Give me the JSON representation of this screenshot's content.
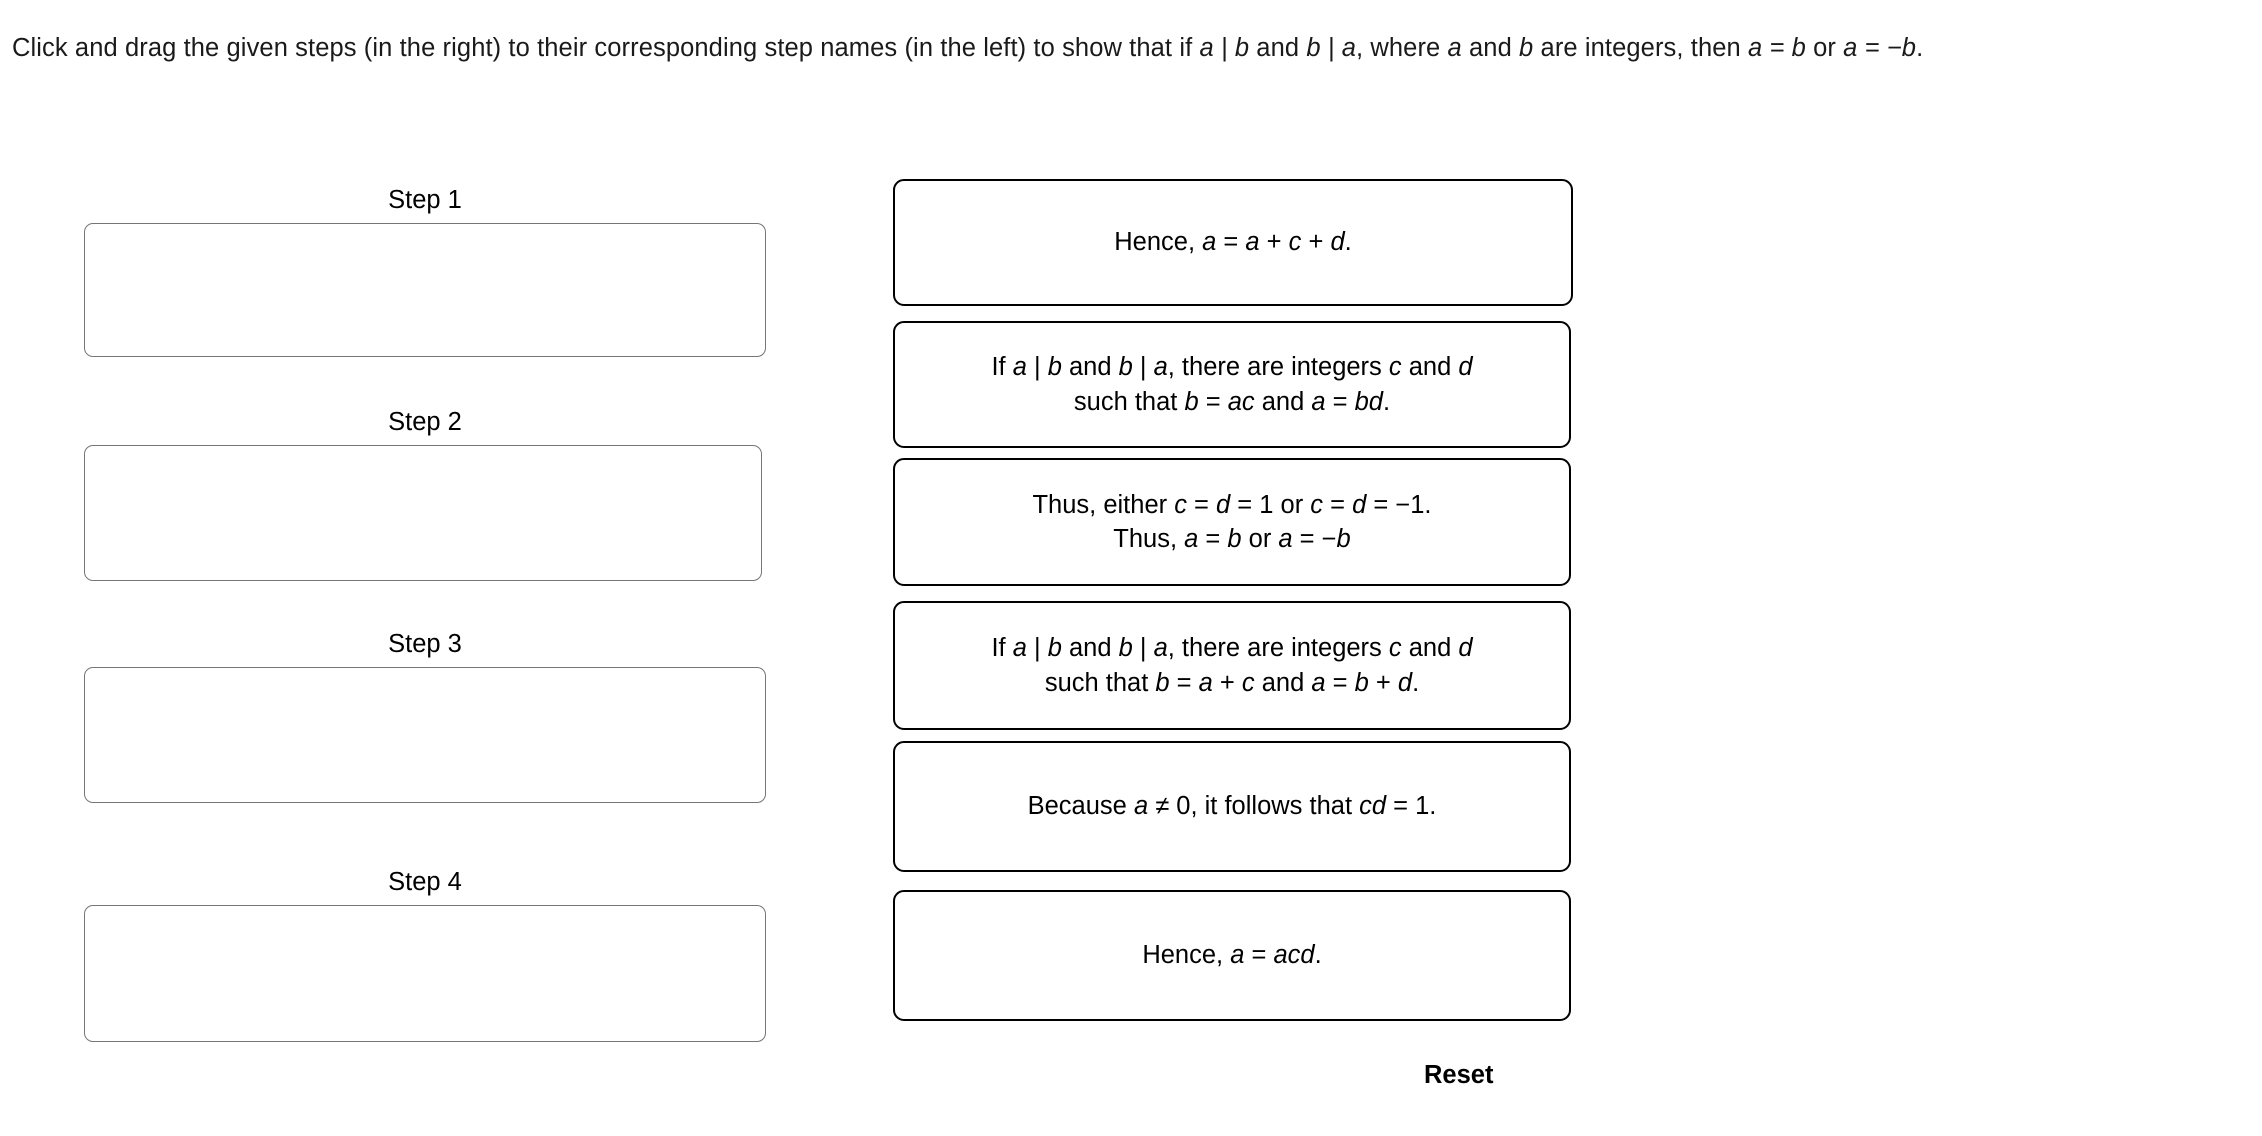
{
  "prompt": {
    "line1_part1": "Click and drag the given steps (in the right) to their corresponding step names (in the left) to show that ",
    "line1_if": "if ",
    "line1_ab": "a | b",
    "line1_and": " and ",
    "line1_ba": "b | a",
    "line1_part2": ", where ",
    "line1_a": "a",
    "line1_and2": " and ",
    "line1_b": "b",
    "line2_part1": "are integers, then ",
    "line2_eq1": "a = b",
    "line2_or": " or ",
    "line2_eq2": "a = −b",
    "line2_period": "."
  },
  "steps": [
    {
      "label": "Step 1",
      "content": ""
    },
    {
      "label": "Step 2",
      "content": ""
    },
    {
      "label": "Step 3",
      "content": ""
    },
    {
      "label": "Step 4",
      "content": ""
    }
  ],
  "drag_cards": [
    {
      "id": "card-1",
      "lines": [
        {
          "segments": [
            {
              "text": "Hence, ",
              "italic": false
            },
            {
              "text": "a",
              "italic": true
            },
            {
              "text": " = ",
              "italic": false
            },
            {
              "text": "a",
              "italic": true
            },
            {
              "text": " + ",
              "italic": false
            },
            {
              "text": "c",
              "italic": true
            },
            {
              "text": " + ",
              "italic": false
            },
            {
              "text": "d",
              "italic": true
            },
            {
              "text": ".",
              "italic": false
            }
          ]
        }
      ],
      "plain": "Hence, a = a + c + d."
    },
    {
      "id": "card-2",
      "lines": [
        {
          "segments": [
            {
              "text": "If ",
              "italic": false
            },
            {
              "text": "a",
              "italic": true
            },
            {
              "text": " | ",
              "italic": false
            },
            {
              "text": "b",
              "italic": true
            },
            {
              "text": " and ",
              "italic": false
            },
            {
              "text": "b",
              "italic": true
            },
            {
              "text": " | ",
              "italic": false
            },
            {
              "text": "a",
              "italic": true
            },
            {
              "text": ", there are integers ",
              "italic": false
            },
            {
              "text": "c",
              "italic": true
            },
            {
              "text": " and ",
              "italic": false
            },
            {
              "text": "d",
              "italic": true
            }
          ]
        },
        {
          "segments": [
            {
              "text": "such that ",
              "italic": false
            },
            {
              "text": "b",
              "italic": true
            },
            {
              "text": " = ",
              "italic": false
            },
            {
              "text": "ac",
              "italic": true
            },
            {
              "text": " and ",
              "italic": false
            },
            {
              "text": "a",
              "italic": true
            },
            {
              "text": " = ",
              "italic": false
            },
            {
              "text": "bd",
              "italic": true
            },
            {
              "text": ".",
              "italic": false
            }
          ]
        }
      ],
      "plain": "If a | b and b | a, there are integers c and d such that b = ac and a = bd."
    },
    {
      "id": "card-3",
      "lines": [
        {
          "segments": [
            {
              "text": "Thus, either ",
              "italic": false
            },
            {
              "text": "c",
              "italic": true
            },
            {
              "text": " = ",
              "italic": false
            },
            {
              "text": "d",
              "italic": true
            },
            {
              "text": " = 1 or ",
              "italic": false
            },
            {
              "text": "c",
              "italic": true
            },
            {
              "text": " = ",
              "italic": false
            },
            {
              "text": "d",
              "italic": true
            },
            {
              "text": " = −1.",
              "italic": false
            }
          ]
        },
        {
          "segments": [
            {
              "text": "Thus, ",
              "italic": false
            },
            {
              "text": "a",
              "italic": true
            },
            {
              "text": " = ",
              "italic": false
            },
            {
              "text": "b",
              "italic": true
            },
            {
              "text": " or ",
              "italic": false
            },
            {
              "text": "a",
              "italic": true
            },
            {
              "text": " = −",
              "italic": false
            },
            {
              "text": "b",
              "italic": true
            }
          ]
        }
      ],
      "plain": "Thus, either c = d = 1 or c = d = −1. Thus, a = b or a = −b"
    },
    {
      "id": "card-4",
      "lines": [
        {
          "segments": [
            {
              "text": "If ",
              "italic": false
            },
            {
              "text": "a",
              "italic": true
            },
            {
              "text": " | ",
              "italic": false
            },
            {
              "text": "b",
              "italic": true
            },
            {
              "text": " and ",
              "italic": false
            },
            {
              "text": "b",
              "italic": true
            },
            {
              "text": " | ",
              "italic": false
            },
            {
              "text": "a",
              "italic": true
            },
            {
              "text": ", there are integers ",
              "italic": false
            },
            {
              "text": "c",
              "italic": true
            },
            {
              "text": " and ",
              "italic": false
            },
            {
              "text": "d",
              "italic": true
            }
          ]
        },
        {
          "segments": [
            {
              "text": "such that ",
              "italic": false
            },
            {
              "text": "b",
              "italic": true
            },
            {
              "text": " = ",
              "italic": false
            },
            {
              "text": "a",
              "italic": true
            },
            {
              "text": " + ",
              "italic": false
            },
            {
              "text": "c",
              "italic": true
            },
            {
              "text": " and ",
              "italic": false
            },
            {
              "text": "a",
              "italic": true
            },
            {
              "text": " = ",
              "italic": false
            },
            {
              "text": "b",
              "italic": true
            },
            {
              "text": " + ",
              "italic": false
            },
            {
              "text": "d",
              "italic": true
            },
            {
              "text": ".",
              "italic": false
            }
          ]
        }
      ],
      "plain": "If a | b and b | a, there are integers c and d such that b = a + c and a = b + d."
    },
    {
      "id": "card-5",
      "lines": [
        {
          "segments": [
            {
              "text": "Because ",
              "italic": false
            },
            {
              "text": "a",
              "italic": true
            },
            {
              "text": " ≠ 0, it follows that ",
              "italic": false
            },
            {
              "text": "cd",
              "italic": true
            },
            {
              "text": " = 1.",
              "italic": false
            }
          ]
        }
      ],
      "plain": "Because a ≠ 0, it follows that cd = 1."
    },
    {
      "id": "card-6",
      "lines": [
        {
          "segments": [
            {
              "text": "Hence, ",
              "italic": false
            },
            {
              "text": "a",
              "italic": true
            },
            {
              "text": " = ",
              "italic": false
            },
            {
              "text": "acd",
              "italic": true
            },
            {
              "text": ".",
              "italic": false
            }
          ]
        }
      ],
      "plain": "Hence, a = acd."
    }
  ],
  "reset": {
    "label": "Reset"
  },
  "colors": {
    "page_background": "#ffffff",
    "text": "#000000",
    "prompt_text": "#1a1a1a",
    "drop_zone_border": "#767676",
    "card_border": "#000000"
  }
}
